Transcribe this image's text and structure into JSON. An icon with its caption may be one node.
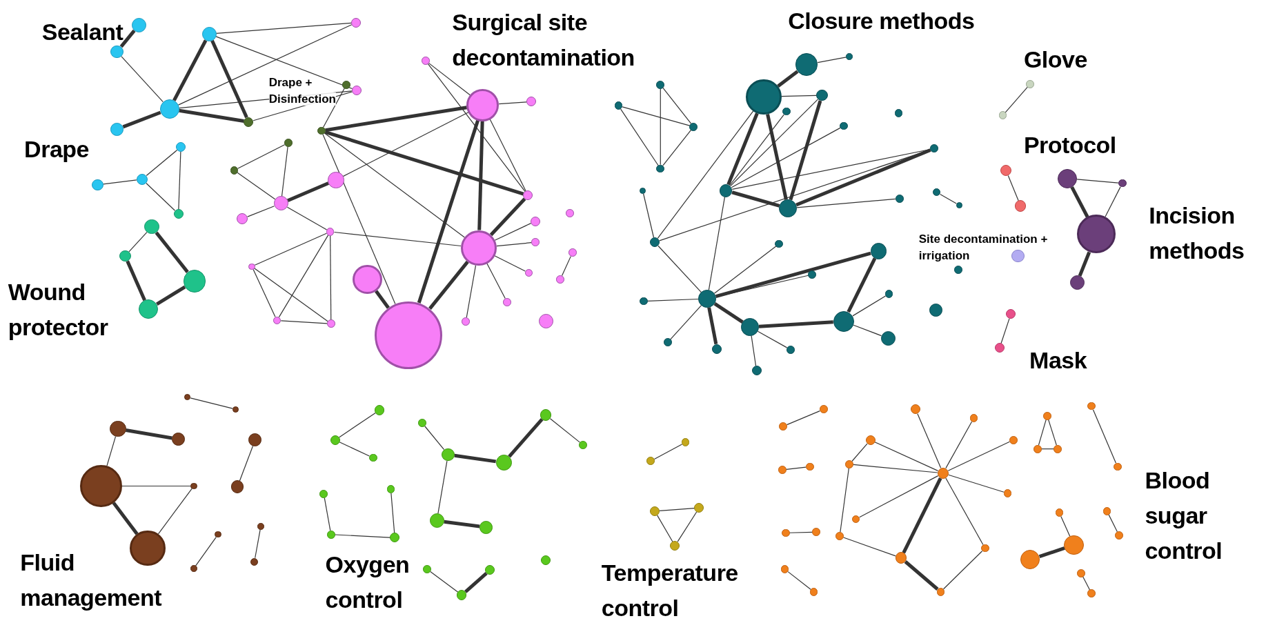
{
  "diagram": {
    "nodes": [
      {
        "text": [],
        "shape": "circle"
      },
      {
        "text": [],
        "shape": "circle"
      },
      {
        "text": [],
        "shape": "circle"
      },
      {
        "text": [],
        "shape": "circle"
      },
      {
        "text": [],
        "shape": "circle"
      },
      {
        "text": [],
        "shape": "circle"
      },
      {
        "text": [],
        "shape": "circle"
      },
      {
        "text": [],
        "shape": "circle"
      },
      {
        "text": [],
        "shape": "circle"
      },
      {
        "text": [],
        "shape": "circle"
      },
      {
        "text": [],
        "shape": "circle"
      },
      {
        "text": [],
        "shape": "circle"
      },
      {
        "text": [],
        "shape": "circle"
      },
      {
        "text": [],
        "shape": "circle"
      },
      {
        "text": [],
        "shape": "circle"
      },
      {
        "text": [],
        "shape": "circle"
      },
      {
        "text": [],
        "shape": "circle"
      },
      {
        "text": [],
        "shape": "circle"
      },
      {
        "text": [],
        "shape": "circle"
      },
      {
        "text": [],
        "shape": "circle"
      },
      {
        "text": [],
        "shape": "circle"
      },
      {
        "text": [],
        "shape": "circle"
      },
      {
        "text": [],
        "shape": "circle"
      },
      {
        "text": [],
        "shape": "circle"
      },
      {
        "text": [],
        "shape": "circle"
      },
      {
        "text": [],
        "shape": "circle"
      },
      {
        "text": [],
        "shape": "circle"
      },
      {
        "text": [],
        "shape": "circle"
      },
      {
        "text": [],
        "shape": "circle"
      },
      {
        "text": [],
        "shape": "circle"
      },
      {
        "text": [],
        "shape": "circle"
      },
      {
        "text": [],
        "shape": "circle"
      },
      {
        "text": [],
        "shape": "circle"
      },
      {
        "text": [],
        "shape": "circle"
      },
      {
        "text": [],
        "shape": "circle"
      },
      {
        "text": [],
        "shape": "circle"
      },
      {
        "text": [],
        "shape": "circle"
      },
      {
        "text": [],
        "shape": "circle"
      },
      {
        "text": [],
        "shape": "circle"
      },
      {
        "text": [],
        "shape": "circle"
      },
      {
        "text": [],
        "shape": "circle"
      },
      {
        "text": [],
        "shape": "circle"
      },
      {
        "text": [],
        "shape": "circle"
      },
      {
        "text": [],
        "shape": "circle"
      },
      {
        "text": [],
        "shape": "circle"
      },
      {
        "text": [],
        "shape": "circle"
      },
      {
        "text": [],
        "shape": "circle"
      },
      {
        "text": [],
        "shape": "circle"
      },
      {
        "text": [],
        "shape": "circle"
      },
      {
        "text": [],
        "shape": "circle"
      },
      {
        "text": [],
        "shape": "circle"
      },
      {
        "text": [],
        "shape": "circle"
      },
      {
        "text": [],
        "shape": "circle"
      },
      {
        "text": [],
        "shape": "circle"
      },
      {
        "text": [],
        "shape": "circle"
      },
      {
        "text": [],
        "shape": "circle"
      },
      {
        "text": [],
        "shape": "circle"
      },
      {
        "text": [],
        "shape": "circle"
      },
      {
        "text": [],
        "shape": "circle"
      },
      {
        "text": [],
        "shape": "circle"
      },
      {
        "text": [],
        "shape": "circle"
      },
      {
        "text": [],
        "shape": "circle"
      },
      {
        "text": [],
        "shape": "circle"
      },
      {
        "text": [],
        "shape": "circle"
      },
      {
        "text": [],
        "shape": "circle"
      },
      {
        "text": [],
        "shape": "circle"
      },
      {
        "text": [],
        "shape": "circle"
      },
      {
        "text": [],
        "shape": "circle"
      },
      {
        "text": [],
        "shape": "circle"
      },
      {
        "text": [],
        "shape": "circle"
      },
      {
        "text": [],
        "shape": "circle"
      },
      {
        "text": [],
        "shape": "circle"
      },
      {
        "text": [],
        "shape": "circle"
      },
      {
        "text": [],
        "shape": "circle"
      },
      {
        "text": [],
        "shape": "circle"
      },
      {
        "text": [],
        "shape": "circle"
      },
      {
        "text": [],
        "shape": "circle"
      },
      {
        "text": [],
        "shape": "circle"
      },
      {
        "text": [],
        "shape": "circle"
      },
      {
        "text": [],
        "shape": "circle"
      },
      {
        "text": [],
        "shape": "circle"
      },
      {
        "text": [],
        "shape": "circle"
      },
      {
        "text": [],
        "shape": "circle"
      },
      {
        "text": [],
        "shape": "circle"
      },
      {
        "text": [],
        "shape": "circle"
      },
      {
        "text": [],
        "shape": "circle"
      },
      {
        "text": [],
        "shape": "circle"
      },
      {
        "text": [],
        "shape": "circle"
      },
      {
        "text": [],
        "shape": "circle"
      },
      {
        "text": [],
        "shape": "circle"
      },
      {
        "text": [],
        "shape": "circle"
      },
      {
        "text": [],
        "shape": "circle"
      },
      {
        "text": [],
        "shape": "circle"
      },
      {
        "text": [],
        "shape": "circle"
      },
      {
        "text": [],
        "shape": "circle"
      },
      {
        "text": [],
        "shape": "circle"
      },
      {
        "text": [],
        "shape": "circle"
      },
      {
        "text": [],
        "shape": "circle"
      },
      {
        "text": [],
        "shape": "circle"
      },
      {
        "text": [],
        "shape": "circle"
      },
      {
        "text": [],
        "shape": "circle"
      },
      {
        "text": [],
        "shape": "circle"
      },
      {
        "text": [],
        "shape": "circle"
      },
      {
        "text": [],
        "shape": "circle"
      },
      {
        "text": [],
        "shape": "circle"
      },
      {
        "text": [],
        "shape": "circle"
      },
      {
        "text": [],
        "shape": "circle"
      },
      {
        "text": [],
        "shape": "circle"
      },
      {
        "text": [],
        "shape": "circle"
      },
      {
        "text": [],
        "shape": "circle"
      },
      {
        "text": [],
        "shape": "circle"
      },
      {
        "text": [],
        "shape": "circle"
      },
      {
        "text": [],
        "shape": "circle"
      },
      {
        "text": [],
        "shape": "circle"
      },
      {
        "text": [],
        "shape": "circle"
      },
      {
        "text": [],
        "shape": "circle"
      },
      {
        "text": [],
        "shape": "circle"
      },
      {
        "text": [],
        "shape": "circle"
      },
      {
        "text": [],
        "shape": "circle"
      },
      {
        "text": [],
        "shape": "circle"
      },
      {
        "text": [],
        "shape": "circle"
      },
      {
        "text": [],
        "shape": "circle"
      },
      {
        "text": [],
        "shape": "circle"
      },
      {
        "text": [],
        "shape": "circle"
      },
      {
        "text": [],
        "shape": "circle"
      },
      {
        "text": [],
        "shape": "circle"
      },
      {
        "text": [],
        "shape": "circle"
      },
      {
        "text": [],
        "shape": "circle"
      },
      {
        "text": [],
        "shape": "circle"
      },
      {
        "text": [],
        "shape": "circle"
      },
      {
        "text": [],
        "shape": "circle"
      },
      {
        "text": [],
        "shape": "circle"
      },
      {
        "text": [],
        "shape": "circle"
      },
      {
        "text": [],
        "shape": "circle"
      },
      {
        "text": [],
        "shape": "circle"
      },
      {
        "text": [],
        "shape": "circle"
      },
      {
        "text": [],
        "shape": "circle"
      },
      {
        "text": [],
        "shape": "circle"
      },
      {
        "text": [],
        "shape": "circle"
      },
      {
        "text": [],
        "shape": "circle"
      },
      {
        "text": [],
        "shape": "circle"
      },
      {
        "text": [],
        "shape": "circle"
      },
      {
        "text": [],
        "shape": "circle"
      },
      {
        "text": [],
        "shape": "circle"
      },
      {
        "text": [],
        "shape": "circle"
      },
      {
        "text": [],
        "shape": "circle"
      },
      {
        "text": [],
        "shape": "circle"
      },
      {
        "text": [],
        "shape": "circle"
      },
      {
        "text": [],
        "shape": "circle"
      },
      {
        "text": [],
        "shape": "circle"
      },
      {
        "text": [],
        "shape": "circle"
      },
      {
        "text": [],
        "shape": "circle"
      },
      {
        "text": [],
        "shape": "circle"
      },
      {
        "text": [],
        "shape": "circle"
      },
      {
        "text": [],
        "shape": "circle"
      },
      {
        "text": [],
        "shape": "circle"
      }
    ],
    "edges": [
      {
        "from": 0,
        "to": 1,
        "arrow": "none",
        "style": "thick"
      },
      {
        "from": 1,
        "to": 3,
        "arrow": "none"
      },
      {
        "from": 2,
        "to": 3,
        "arrow": "none",
        "style": "thick"
      },
      {
        "from": 2,
        "to": 7,
        "arrow": "none",
        "style": "thick"
      },
      {
        "from": 3,
        "to": 7,
        "arrow": "none",
        "style": "thick"
      },
      {
        "from": 3,
        "to": 4,
        "arrow": "none",
        "style": "thick"
      },
      {
        "from": 2,
        "to": 5,
        "arrow": "none"
      },
      {
        "from": 2,
        "to": 6,
        "arrow": "none"
      },
      {
        "from": 3,
        "to": 5,
        "arrow": "none"
      },
      {
        "from": 3,
        "to": 6,
        "arrow": "none"
      },
      {
        "from": 7,
        "to": 6,
        "arrow": "none"
      },
      {
        "from": 8,
        "to": 9,
        "arrow": "none"
      },
      {
        "from": 8,
        "to": 11,
        "arrow": "none"
      },
      {
        "from": 9,
        "to": 11,
        "arrow": "none"
      },
      {
        "from": 9,
        "to": 10,
        "arrow": "none"
      },
      {
        "from": 12,
        "to": 13,
        "arrow": "none"
      },
      {
        "from": 12,
        "to": 14,
        "arrow": "none",
        "style": "thick"
      },
      {
        "from": 13,
        "to": 15,
        "arrow": "none",
        "style": "thick"
      },
      {
        "from": 15,
        "to": 14,
        "arrow": "none",
        "style": "thick"
      },
      {
        "from": 16,
        "to": 20,
        "arrow": "none",
        "style": "thick"
      },
      {
        "from": 16,
        "to": 23,
        "arrow": "none",
        "style": "thick"
      },
      {
        "from": 16,
        "to": 27,
        "arrow": "none"
      },
      {
        "from": 16,
        "to": 29,
        "arrow": "none"
      },
      {
        "from": 20,
        "to": 21,
        "arrow": "none"
      },
      {
        "from": 20,
        "to": 22,
        "arrow": "none"
      },
      {
        "from": 20,
        "to": 29,
        "arrow": "none",
        "style": "thick"
      },
      {
        "from": 20,
        "to": 27,
        "arrow": "none",
        "style": "thick"
      },
      {
        "from": 20,
        "to": 23,
        "arrow": "none"
      },
      {
        "from": 27,
        "to": 23,
        "arrow": "none",
        "style": "thick"
      },
      {
        "from": 20,
        "to": 24,
        "arrow": "none"
      },
      {
        "from": 21,
        "to": 23,
        "arrow": "none"
      },
      {
        "from": 24,
        "to": 25,
        "arrow": "none",
        "style": "thick"
      },
      {
        "from": 25,
        "to": 26,
        "arrow": "none"
      },
      {
        "from": 25,
        "to": 18,
        "arrow": "none"
      },
      {
        "from": 25,
        "to": 19,
        "arrow": "none"
      },
      {
        "from": 18,
        "to": 19,
        "arrow": "none"
      },
      {
        "from": 25,
        "to": 30,
        "arrow": "none"
      },
      {
        "from": 30,
        "to": 27,
        "arrow": "none"
      },
      {
        "from": 30,
        "to": 31,
        "arrow": "none"
      },
      {
        "from": 30,
        "to": 32,
        "arrow": "none"
      },
      {
        "from": 30,
        "to": 33,
        "arrow": "none"
      },
      {
        "from": 31,
        "to": 32,
        "arrow": "none"
      },
      {
        "from": 31,
        "to": 33,
        "arrow": "none"
      },
      {
        "from": 32,
        "to": 33,
        "arrow": "none"
      },
      {
        "from": 28,
        "to": 29,
        "arrow": "none",
        "style": "thick"
      },
      {
        "from": 27,
        "to": 29,
        "arrow": "none",
        "style": "thick"
      },
      {
        "from": 27,
        "to": 34,
        "arrow": "none"
      },
      {
        "from": 27,
        "to": 35,
        "arrow": "none"
      },
      {
        "from": 27,
        "to": 36,
        "arrow": "none"
      },
      {
        "from": 27,
        "to": 37,
        "arrow": "none"
      },
      {
        "from": 27,
        "to": 38,
        "arrow": "none"
      },
      {
        "from": 40,
        "to": 41,
        "arrow": "none"
      },
      {
        "from": 17,
        "to": 16,
        "arrow": "none"
      },
      {
        "from": 43,
        "to": 44,
        "arrow": "none",
        "style": "thick"
      },
      {
        "from": 43,
        "to": 45,
        "arrow": "none"
      },
      {
        "from": 44,
        "to": 50,
        "arrow": "none",
        "style": "thick"
      },
      {
        "from": 44,
        "to": 51,
        "arrow": "none",
        "style": "thick"
      },
      {
        "from": 44,
        "to": 46,
        "arrow": "none"
      },
      {
        "from": 46,
        "to": 51,
        "arrow": "none",
        "style": "thick"
      },
      {
        "from": 50,
        "to": 51,
        "arrow": "none",
        "style": "thick"
      },
      {
        "from": 51,
        "to": 52,
        "arrow": "none",
        "style": "thick"
      },
      {
        "from": 50,
        "to": 52,
        "arrow": "none"
      },
      {
        "from": 46,
        "to": 50,
        "arrow": "none"
      },
      {
        "from": 47,
        "to": 50,
        "arrow": "none"
      },
      {
        "from": 48,
        "to": 50,
        "arrow": "none"
      },
      {
        "from": 51,
        "to": 53,
        "arrow": "none"
      },
      {
        "from": 56,
        "to": 58,
        "arrow": "none"
      },
      {
        "from": 57,
        "to": 58,
        "arrow": "none"
      },
      {
        "from": 57,
        "to": 59,
        "arrow": "none"
      },
      {
        "from": 58,
        "to": 59,
        "arrow": "none"
      },
      {
        "from": 56,
        "to": 59,
        "arrow": "none"
      },
      {
        "from": 60,
        "to": 61,
        "arrow": "none"
      },
      {
        "from": 61,
        "to": 44,
        "arrow": "none"
      },
      {
        "from": 61,
        "to": 52,
        "arrow": "none"
      },
      {
        "from": 54,
        "to": 55,
        "arrow": "none"
      },
      {
        "from": 50,
        "to": 64,
        "arrow": "none"
      },
      {
        "from": 64,
        "to": 62,
        "arrow": "none",
        "style": "thick"
      },
      {
        "from": 64,
        "to": 65,
        "arrow": "none",
        "style": "thick"
      },
      {
        "from": 65,
        "to": 66,
        "arrow": "none",
        "style": "thick"
      },
      {
        "from": 66,
        "to": 62,
        "arrow": "none",
        "style": "thick"
      },
      {
        "from": 64,
        "to": 63,
        "arrow": "none"
      },
      {
        "from": 64,
        "to": 75,
        "arrow": "none"
      },
      {
        "from": 65,
        "to": 71,
        "arrow": "none"
      },
      {
        "from": 64,
        "to": 70,
        "arrow": "none",
        "style": "thick"
      },
      {
        "from": 64,
        "to": 73,
        "arrow": "none"
      },
      {
        "from": 64,
        "to": 74,
        "arrow": "none"
      },
      {
        "from": 66,
        "to": 69,
        "arrow": "none"
      },
      {
        "from": 66,
        "to": 67,
        "arrow": "none"
      },
      {
        "from": 65,
        "to": 72,
        "arrow": "none"
      },
      {
        "from": 64,
        "to": 61,
        "arrow": "none"
      },
      {
        "from": 77,
        "to": 78,
        "arrow": "none"
      },
      {
        "from": 79,
        "to": 80,
        "arrow": "none"
      },
      {
        "from": 81,
        "to": 83,
        "arrow": "none",
        "style": "thick"
      },
      {
        "from": 81,
        "to": 82,
        "arrow": "none"
      },
      {
        "from": 82,
        "to": 83,
        "arrow": "none"
      },
      {
        "from": 83,
        "to": 84,
        "arrow": "none",
        "style": "thick"
      },
      {
        "from": 86,
        "to": 87,
        "arrow": "none"
      },
      {
        "from": 88,
        "to": 89,
        "arrow": "none"
      },
      {
        "from": 90,
        "to": 91,
        "arrow": "none",
        "style": "thick"
      },
      {
        "from": 90,
        "to": 93,
        "arrow": "none"
      },
      {
        "from": 93,
        "to": 94,
        "arrow": "none"
      },
      {
        "from": 93,
        "to": 96,
        "arrow": "none",
        "style": "thick"
      },
      {
        "from": 96,
        "to": 94,
        "arrow": "none"
      },
      {
        "from": 92,
        "to": 95,
        "arrow": "none"
      },
      {
        "from": 97,
        "to": 98,
        "arrow": "none"
      },
      {
        "from": 99,
        "to": 100,
        "arrow": "none"
      },
      {
        "from": 101,
        "to": 102,
        "arrow": "none"
      },
      {
        "from": 102,
        "to": 103,
        "arrow": "none"
      },
      {
        "from": 104,
        "to": 105,
        "arrow": "none"
      },
      {
        "from": 105,
        "to": 106,
        "arrow": "none",
        "style": "thick"
      },
      {
        "from": 106,
        "to": 107,
        "arrow": "none",
        "style": "thick"
      },
      {
        "from": 107,
        "to": 108,
        "arrow": "none"
      },
      {
        "from": 105,
        "to": 110,
        "arrow": "none"
      },
      {
        "from": 110,
        "to": 111,
        "arrow": "none",
        "style": "thick"
      },
      {
        "from": 112,
        "to": 114,
        "arrow": "none"
      },
      {
        "from": 114,
        "to": 115,
        "arrow": "none"
      },
      {
        "from": 113,
        "to": 115,
        "arrow": "none"
      },
      {
        "from": 116,
        "to": 117,
        "arrow": "none"
      },
      {
        "from": 117,
        "to": 118,
        "arrow": "none",
        "style": "thick"
      },
      {
        "from": 119,
        "to": 120,
        "arrow": "none"
      },
      {
        "from": 121,
        "to": 122,
        "arrow": "none"
      },
      {
        "from": 122,
        "to": 123,
        "arrow": "none"
      },
      {
        "from": 121,
        "to": 123,
        "arrow": "none"
      },
      {
        "from": 124,
        "to": 125,
        "arrow": "none"
      },
      {
        "from": 124,
        "to": 126,
        "arrow": "none"
      },
      {
        "from": 124,
        "to": 127,
        "arrow": "none"
      },
      {
        "from": 124,
        "to": 128,
        "arrow": "none"
      },
      {
        "from": 124,
        "to": 129,
        "arrow": "none"
      },
      {
        "from": 124,
        "to": 130,
        "arrow": "none"
      },
      {
        "from": 124,
        "to": 131,
        "arrow": "none"
      },
      {
        "from": 124,
        "to": 132,
        "arrow": "none",
        "style": "thick"
      },
      {
        "from": 124,
        "to": 133,
        "arrow": "none"
      },
      {
        "from": 127,
        "to": 129,
        "arrow": "none"
      },
      {
        "from": 129,
        "to": 135,
        "arrow": "none"
      },
      {
        "from": 135,
        "to": 132,
        "arrow": "none"
      },
      {
        "from": 132,
        "to": 134,
        "arrow": "none",
        "style": "thick"
      },
      {
        "from": 133,
        "to": 134,
        "arrow": "none"
      },
      {
        "from": 136,
        "to": 137,
        "arrow": "none"
      },
      {
        "from": 138,
        "to": 139,
        "arrow": "none"
      },
      {
        "from": 140,
        "to": 141,
        "arrow": "none"
      },
      {
        "from": 142,
        "to": 143,
        "arrow": "none"
      },
      {
        "from": 144,
        "to": 145,
        "arrow": "none"
      },
      {
        "from": 144,
        "to": 146,
        "arrow": "none"
      },
      {
        "from": 145,
        "to": 146,
        "arrow": "none"
      },
      {
        "from": 147,
        "to": 148,
        "arrow": "none"
      },
      {
        "from": 149,
        "to": 150,
        "arrow": "none"
      },
      {
        "from": 151,
        "to": 152,
        "arrow": "none",
        "style": "thick"
      },
      {
        "from": 153,
        "to": 152,
        "arrow": "none"
      },
      {
        "from": 154,
        "to": 155,
        "arrow": "none"
      }
    ],
    "labels": [
      "Sealant",
      "Surgical site decontamination",
      "Closure methods",
      "Glove",
      "Drape + Disinfection",
      "Drape",
      "Protocol",
      "Incision methods",
      "Site decontamination + irrigation",
      "Wound protector",
      "Mask",
      "Blood sugar control",
      "Fluid management",
      "Oxygen control",
      "Temperature control"
    ]
  }
}
